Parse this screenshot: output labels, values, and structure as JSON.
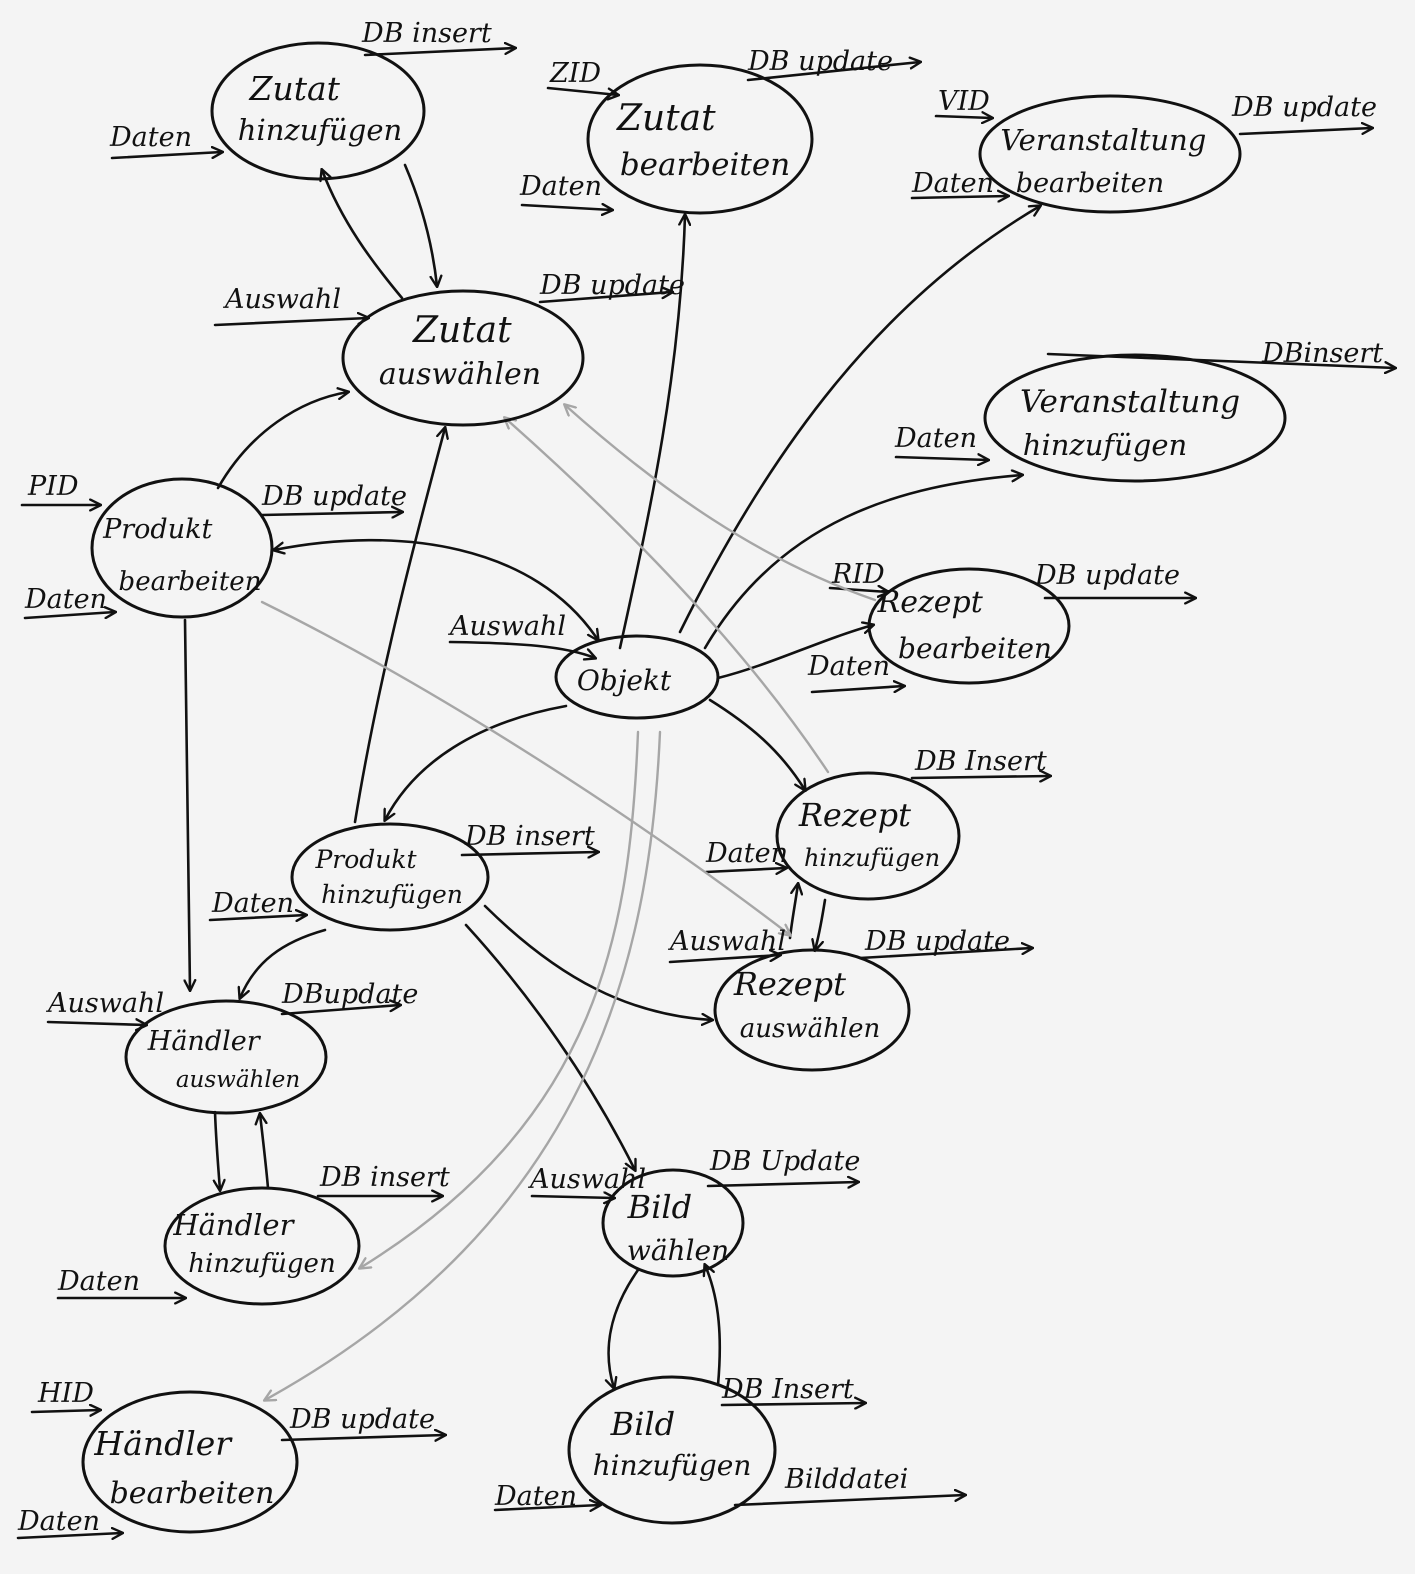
{
  "nodes": [
    {
      "id": "zutat_hinzufuegen",
      "lines": [
        "Zutat",
        "hinzufügen"
      ]
    },
    {
      "id": "zutat_bearbeiten",
      "lines": [
        "Zutat",
        "bearbeiten"
      ]
    },
    {
      "id": "veranstaltung_bearbeiten",
      "lines": [
        "Veranstaltung",
        "bearbeiten"
      ]
    },
    {
      "id": "zutat_auswaehlen",
      "lines": [
        "Zutat",
        "auswählen"
      ]
    },
    {
      "id": "veranstaltung_hinzufuegen",
      "lines": [
        "Veranstaltung",
        "hinzufügen"
      ]
    },
    {
      "id": "produkt_bearbeiten",
      "lines": [
        "Produkt",
        "bearbeiten"
      ]
    },
    {
      "id": "objekt",
      "lines": [
        "Objekt"
      ]
    },
    {
      "id": "rezept_bearbeiten",
      "lines": [
        "Rezept",
        "bearbeiten"
      ]
    },
    {
      "id": "rezept_hinzufuegen",
      "lines": [
        "Rezept",
        "hinzufügen"
      ]
    },
    {
      "id": "produkt_hinzufuegen",
      "lines": [
        "Produkt",
        "hinzufügen"
      ]
    },
    {
      "id": "rezept_auswaehlen",
      "lines": [
        "Rezept",
        "auswählen"
      ]
    },
    {
      "id": "haendler_auswaehlen",
      "lines": [
        "Händler",
        "auswählen"
      ]
    },
    {
      "id": "haendler_hinzufuegen",
      "lines": [
        "Händler",
        "hinzufügen"
      ]
    },
    {
      "id": "bild_waehlen",
      "lines": [
        "Bild",
        "wählen"
      ]
    },
    {
      "id": "bild_hinzufuegen",
      "lines": [
        "Bild",
        "hinzufügen"
      ]
    },
    {
      "id": "haendler_bearbeiten",
      "lines": [
        "Händler",
        "bearbeiten"
      ]
    }
  ],
  "flow_labels": [
    {
      "id": "zutat_hinzufuegen_db",
      "text": "DB insert"
    },
    {
      "id": "zutat_hinzufuegen_daten",
      "text": "Daten"
    },
    {
      "id": "zutat_bearbeiten_zid",
      "text": "ZID"
    },
    {
      "id": "zutat_bearbeiten_daten",
      "text": "Daten"
    },
    {
      "id": "zutat_bearbeiten_db",
      "text": "DB update"
    },
    {
      "id": "veranstaltung_bearbeiten_vid",
      "text": "VID"
    },
    {
      "id": "veranstaltung_bearbeiten_daten",
      "text": "Daten"
    },
    {
      "id": "veranstaltung_bearbeiten_db",
      "text": "DB update"
    },
    {
      "id": "zutat_auswaehlen_auswahl",
      "text": "Auswahl"
    },
    {
      "id": "zutat_auswaehlen_db",
      "text": "DB update"
    },
    {
      "id": "veranstaltung_hinzufuegen_daten",
      "text": "Daten"
    },
    {
      "id": "veranstaltung_hinzufuegen_db",
      "text": "DBinsert"
    },
    {
      "id": "produkt_bearbeiten_pid",
      "text": "PID"
    },
    {
      "id": "produkt_bearbeiten_daten",
      "text": "Daten"
    },
    {
      "id": "produkt_bearbeiten_db",
      "text": "DB update"
    },
    {
      "id": "objekt_auswahl",
      "text": "Auswahl"
    },
    {
      "id": "rezept_bearbeiten_rid",
      "text": "RID"
    },
    {
      "id": "rezept_bearbeiten_daten",
      "text": "Daten"
    },
    {
      "id": "rezept_bearbeiten_db",
      "text": "DB update"
    },
    {
      "id": "rezept_hinzufuegen_daten",
      "text": "Daten"
    },
    {
      "id": "rezept_hinzufuegen_db",
      "text": "DB Insert"
    },
    {
      "id": "produkt_hinzufuegen_daten",
      "text": "Daten"
    },
    {
      "id": "produkt_hinzufuegen_db",
      "text": "DB insert"
    },
    {
      "id": "rezept_auswaehlen_auswahl",
      "text": "Auswahl"
    },
    {
      "id": "rezept_auswaehlen_db",
      "text": "DB update"
    },
    {
      "id": "haendler_auswaehlen_auswahl",
      "text": "Auswahl"
    },
    {
      "id": "haendler_auswaehlen_db",
      "text": "DBupdate"
    },
    {
      "id": "haendler_hinzufuegen_daten",
      "text": "Daten"
    },
    {
      "id": "haendler_hinzufuegen_db",
      "text": "DB insert"
    },
    {
      "id": "bild_waehlen_auswahl",
      "text": "Auswahl"
    },
    {
      "id": "bild_waehlen_db",
      "text": "DB Update"
    },
    {
      "id": "bild_hinzufuegen_daten",
      "text": "Daten"
    },
    {
      "id": "bild_hinzufuegen_db",
      "text": "DB Insert"
    },
    {
      "id": "bild_hinzufuegen_datei",
      "text": "Bilddatei"
    },
    {
      "id": "haendler_bearbeiten_hid",
      "text": "HID"
    },
    {
      "id": "haendler_bearbeiten_daten",
      "text": "Daten"
    },
    {
      "id": "haendler_bearbeiten_db",
      "text": "DB update"
    }
  ]
}
